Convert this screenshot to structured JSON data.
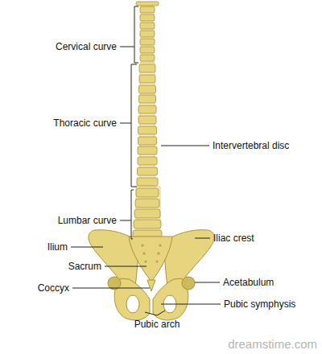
{
  "diagram": {
    "labels": [
      "Cervical curve",
      "Thoracic curve",
      "Intervertebral disc",
      "Lumbar curve",
      "Ilium",
      "Iliac crest",
      "Sacrum",
      "Acetabulum",
      "Coccyx",
      "Pubic symphysis",
      "Pubic arch",
      "dreamstime.com"
    ]
  }
}
